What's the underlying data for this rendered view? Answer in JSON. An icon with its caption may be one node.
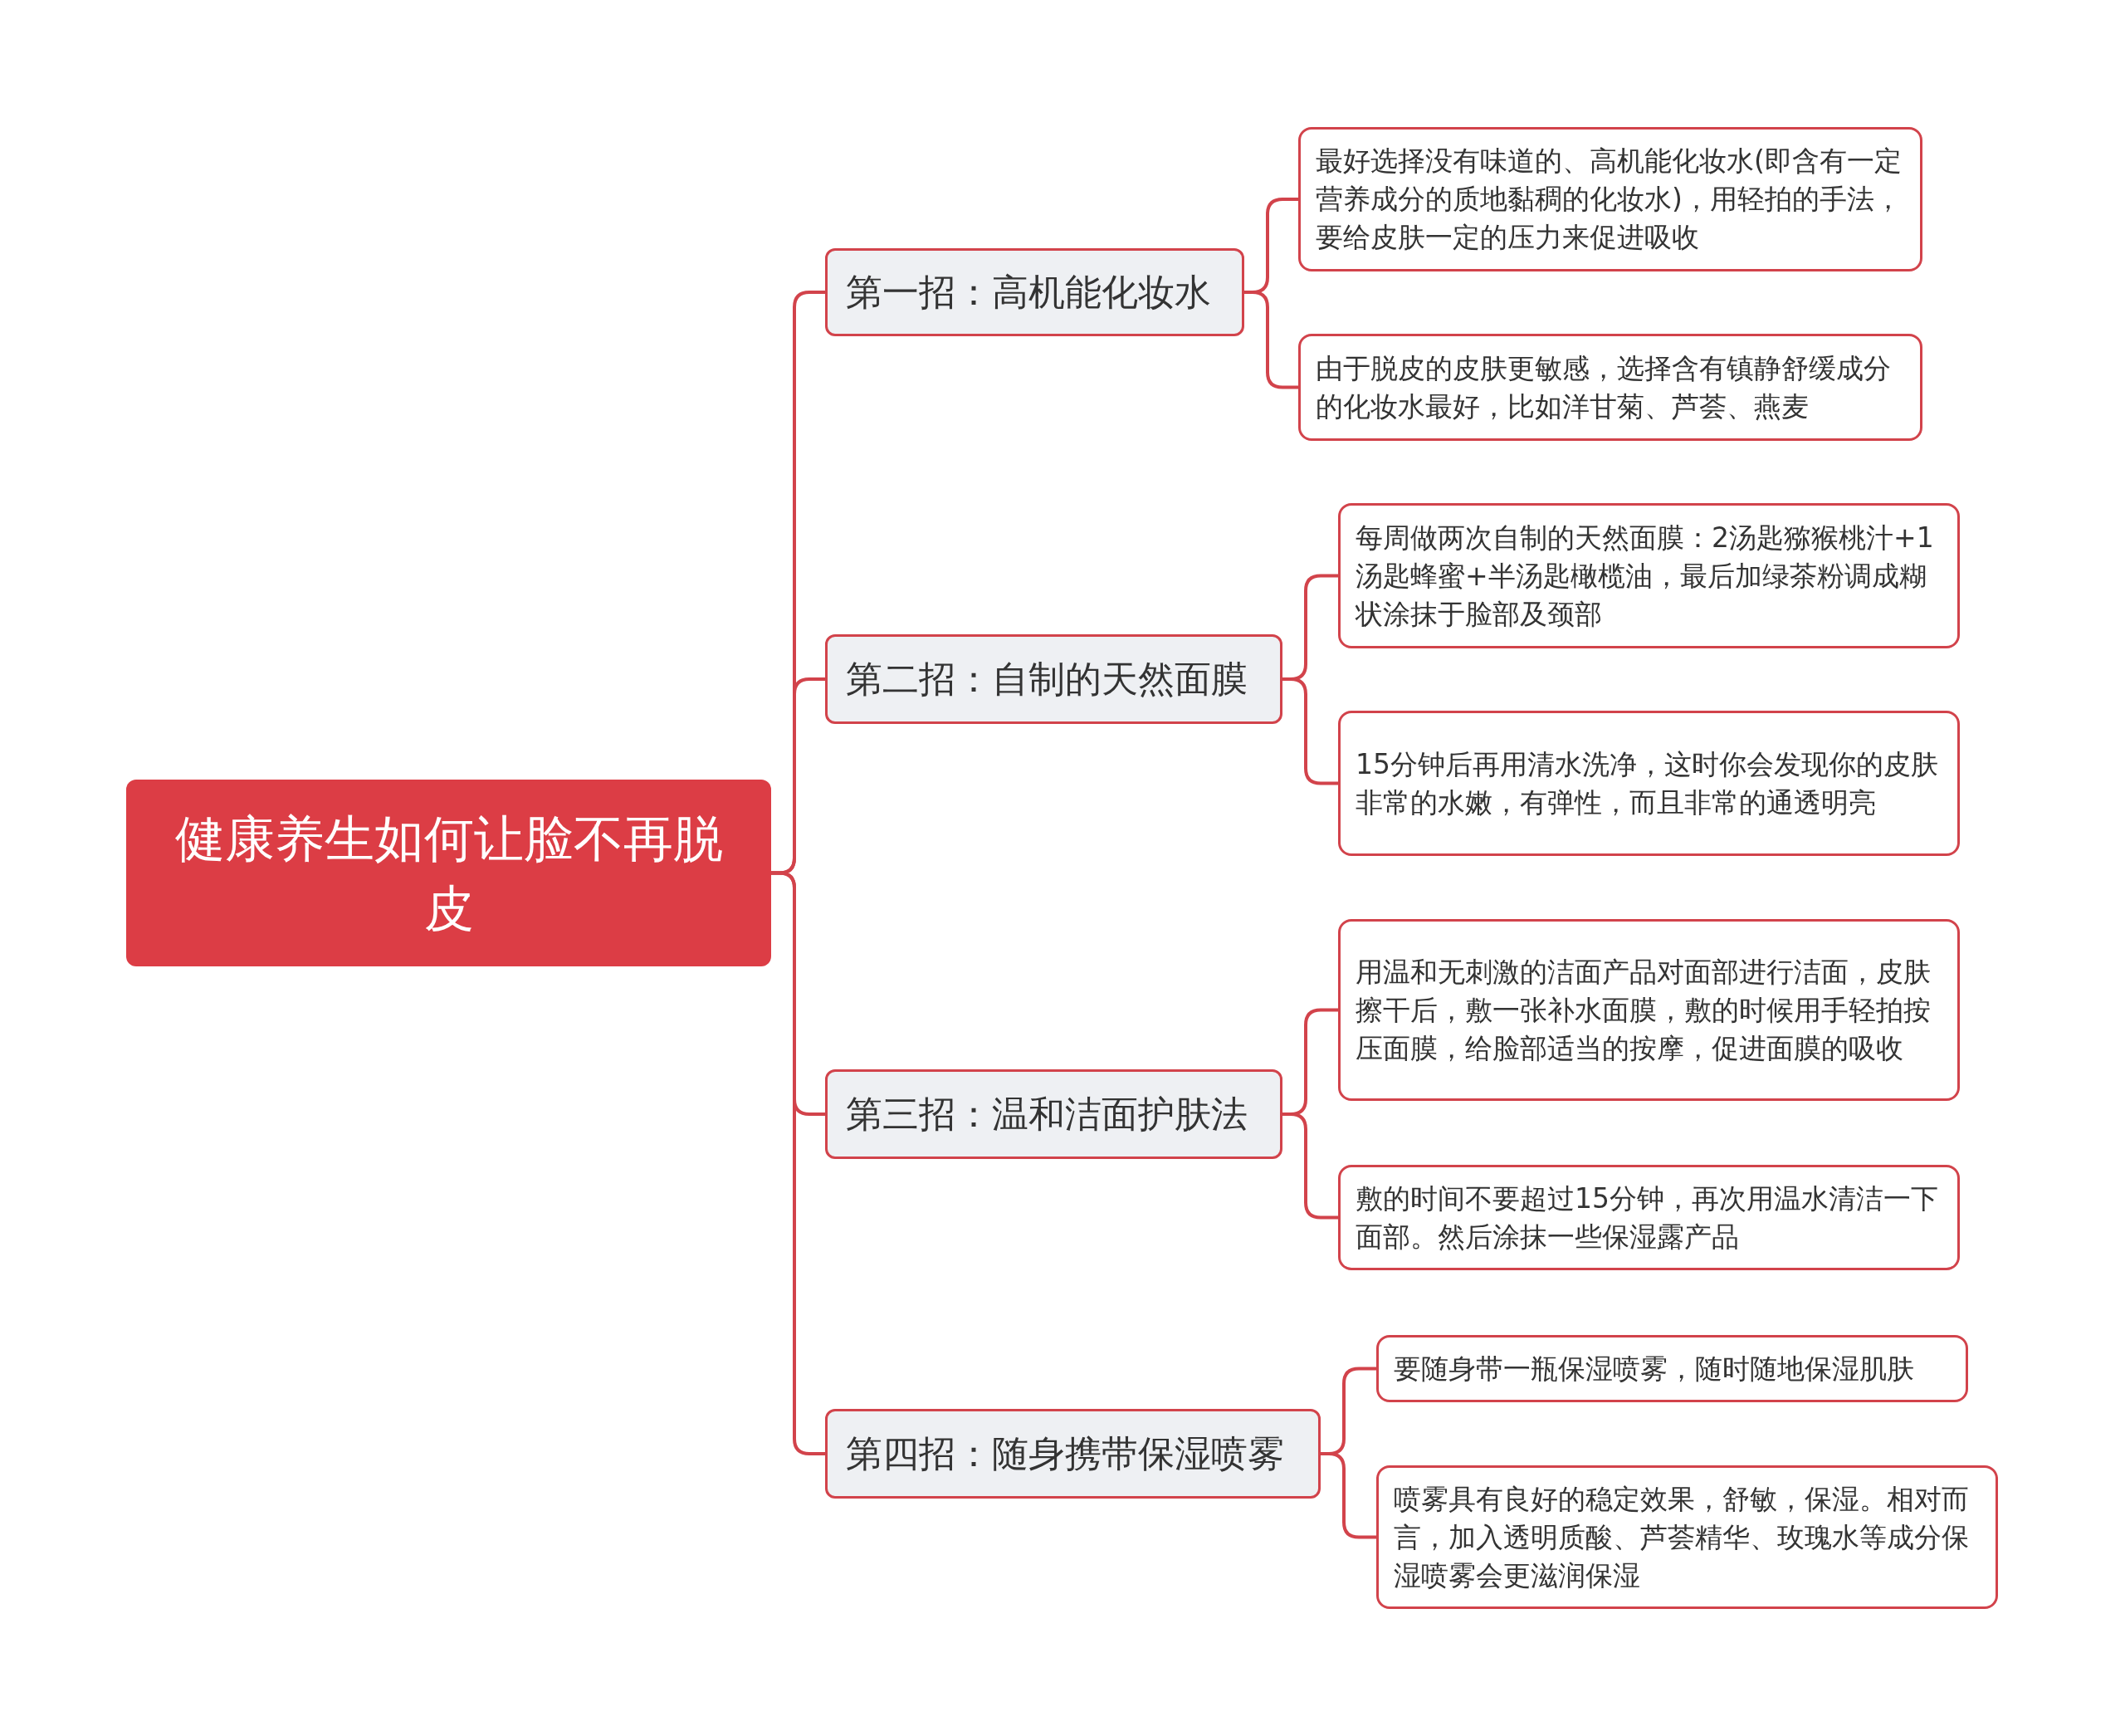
{
  "diagram": {
    "nodes": [
      {
        "text": [
          "健康养生如何让脸不再脱皮"
        ]
      },
      {
        "text": [
          "第一招：高机能化妆水"
        ]
      },
      {
        "text": [
          "最好选择没有味道的、高机能化妆水(即含有一定营养成分的质地黏稠的化妆水)，用轻拍的手法，要给皮肤一定的压力来促进吸收"
        ]
      },
      {
        "text": [
          "由于脱皮的皮肤更敏感，选择含有镇静舒缓成分的化妆水最好，比如洋甘菊、芦荟、燕麦"
        ]
      },
      {
        "text": [
          "第二招：自制的天然面膜"
        ]
      },
      {
        "text": [
          "每周做两次自制的天然面膜：2汤匙猕猴桃汁+1汤匙蜂蜜+半汤匙橄榄油，最后加绿茶粉调成糊状涂抹于脸部及颈部"
        ]
      },
      {
        "text": [
          "15分钟后再用清水洗净，这时你会发现你的皮肤非常的水嫩，有弹性，而且非常的通透明亮"
        ]
      },
      {
        "text": [
          "第三招：温和洁面护肤法"
        ]
      },
      {
        "text": [
          "用温和无刺激的洁面产品对面部进行洁面，皮肤擦干后，敷一张补水面膜，敷的时候用手轻拍按压面膜，给脸部适当的按摩，促进面膜的吸收"
        ]
      },
      {
        "text": [
          "敷的时间不要超过15分钟，再次用温水清洁一下面部。然后涂抹一些保湿露产品"
        ]
      },
      {
        "text": [
          "第四招：随身携带保湿喷雾"
        ]
      },
      {
        "text": [
          "要随身带一瓶保湿喷雾，随时随地保湿肌肤"
        ]
      },
      {
        "text": [
          "喷雾具有良好的稳定效果，舒敏，保湿。相对而言，加入透明质酸、芦荟精华、玫瑰水等成分保湿喷雾会更滋润保湿"
        ]
      }
    ],
    "edges": [
      {
        "from": 0,
        "to": 1,
        "arrow": "none"
      },
      {
        "from": 0,
        "to": 4,
        "arrow": "none"
      },
      {
        "from": 0,
        "to": 7,
        "arrow": "none"
      },
      {
        "from": 0,
        "to": 10,
        "arrow": "none"
      },
      {
        "from": 1,
        "to": 2,
        "arrow": "none"
      },
      {
        "from": 1,
        "to": 3,
        "arrow": "none"
      },
      {
        "from": 4,
        "to": 5,
        "arrow": "none"
      },
      {
        "from": 4,
        "to": 6,
        "arrow": "none"
      },
      {
        "from": 7,
        "to": 8,
        "arrow": "none"
      },
      {
        "from": 7,
        "to": 9,
        "arrow": "none"
      },
      {
        "from": 10,
        "to": 11,
        "arrow": "none"
      },
      {
        "from": 10,
        "to": 12,
        "arrow": "none"
      }
    ]
  }
}
